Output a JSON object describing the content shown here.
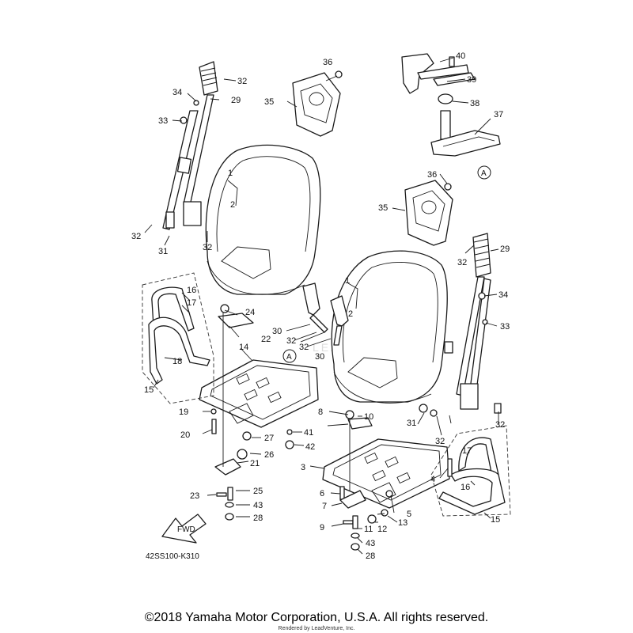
{
  "diagram": {
    "drawing_code": "42SS100-K310",
    "fwd_label": "FWD",
    "watermark": "LEADVENTURE",
    "ref_letter": "A",
    "callouts": [
      "1",
      "2",
      "3",
      "4",
      "5",
      "6",
      "7",
      "8",
      "9",
      "10",
      "11",
      "12",
      "13",
      "14",
      "15",
      "16",
      "17",
      "18",
      "19",
      "20",
      "21",
      "22",
      "23",
      "24",
      "25",
      "26",
      "27",
      "28",
      "29",
      "30",
      "31",
      "32",
      "33",
      "34",
      "35",
      "36",
      "37",
      "38",
      "39",
      "40",
      "41",
      "42",
      "43"
    ]
  },
  "footer": {
    "copyright": "©2018 Yamaha Motor Corporation, U.S.A. All rights reserved.",
    "rendered_by": "Rendered by LeadVenture, Inc."
  }
}
